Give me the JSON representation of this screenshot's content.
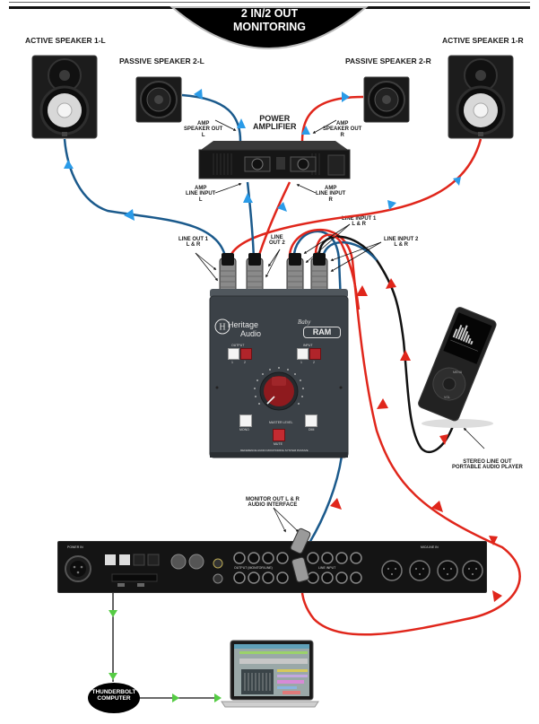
{
  "title": {
    "line1": "2 IN/2 OUT",
    "line2": "MONITORING"
  },
  "labels": {
    "active_speaker_l": "ACTIVE SPEAKER 1-L",
    "active_speaker_r": "ACTIVE SPEAKER 1-R",
    "passive_speaker_l": "PASSIVE SPEAKER 2-L",
    "passive_speaker_r": "PASSIVE SPEAKER 2-R",
    "power_amp_1": "POWER",
    "power_amp_2": "AMPLIFIER",
    "amp_speaker_out_l": [
      "AMP",
      "SPEAKER OUT",
      "L"
    ],
    "amp_speaker_out_r": [
      "AMP",
      "SPEAKER OUT",
      "R"
    ],
    "amp_line_input_l": [
      "AMP",
      "LINE INPUT",
      "L"
    ],
    "amp_line_input_r": [
      "AMP",
      "LINE INPUT",
      "R"
    ],
    "line_out_1": [
      "LINE OUT 1",
      "L & R"
    ],
    "line_out_2": [
      "LINE",
      "OUT 2"
    ],
    "line_input_1": [
      "LINE INPUT 1",
      "L & R"
    ],
    "line_input_2": [
      "LINE INPUT 2",
      "L & R"
    ],
    "monitor_out": [
      "MONITOR OUT L & R",
      "AUDIO INTERFACE"
    ],
    "player": [
      "STEREO LINE OUT",
      "PORTABLE AUDIO PLAYER"
    ],
    "thunderbolt": [
      "THUNDERBOLT",
      "COMPUTER"
    ]
  },
  "controller": {
    "brand_1": "Heritage",
    "brand_2": "Audio",
    "model_small": "Baby",
    "model": "RAM",
    "output_label": "OUTPUT",
    "input_label": "INPUT",
    "btn_1": "1",
    "btn_2": "2",
    "master_label": "MASTER LEVEL",
    "mono_label": "MONO",
    "dim_label": "DIM",
    "mute_label": "MUTE",
    "footer": "REFERENCE AUDIO MONITORING SYSTEM PASSIVE"
  },
  "player_device": {
    "menu": "MENU",
    "vol": "VOL"
  },
  "interface": {
    "section_output": "OUTPUT (MONITOR/LINE)",
    "section_input": "LINE INPUT",
    "section_mic": "MIC/LINE IN",
    "power": "POWER IN"
  },
  "colors": {
    "red_cable": "#e0261b",
    "blue_cable": "#1b5a8c",
    "arrow_blue": "#2a9be8",
    "green_arrow": "#55cc44",
    "device_dark": "#2b2f33",
    "controller_body": "#3b4147",
    "knob_red": "#8e1a1e"
  }
}
